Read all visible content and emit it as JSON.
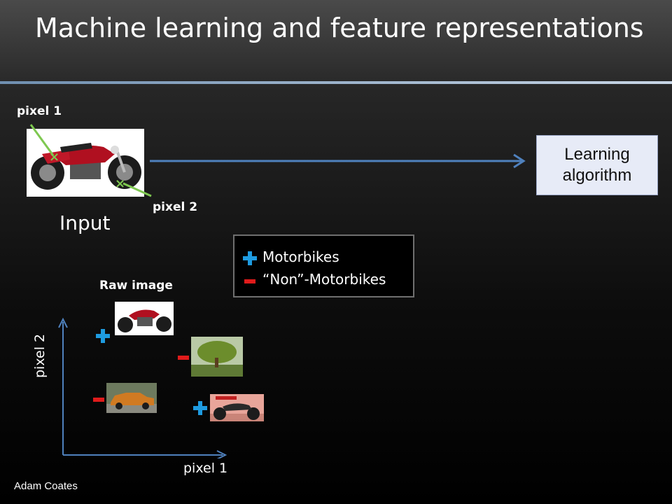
{
  "slide": {
    "title": "Machine learning and feature representations",
    "footer": "Adam Coates"
  },
  "input_panel": {
    "pixel1_label": "pixel 1",
    "pixel2_label": "pixel 2",
    "input_label": "Input"
  },
  "algorithm_box": {
    "label": "Learning\nalgorithm"
  },
  "legend": {
    "items": [
      {
        "marker": "plus-icon",
        "label": "Motorbikes"
      },
      {
        "marker": "minus-icon",
        "label": "“Non”-Motorbikes"
      }
    ]
  },
  "plot": {
    "caption": "Raw image",
    "xlabel": "pixel 1",
    "ylabel": "pixel 2",
    "points": [
      {
        "class": "plus",
        "image": "motorbike-thumbnail"
      },
      {
        "class": "minus",
        "image": "tree-thumbnail"
      },
      {
        "class": "minus",
        "image": "car-thumbnail"
      },
      {
        "class": "plus",
        "image": "cruiser-motorbike-thumbnail"
      }
    ]
  },
  "colors": {
    "plus": "#1e9be0",
    "minus": "#e01b1b",
    "arrow": "#4f81bd",
    "algorithm_box_bg": "#e7ebf7"
  }
}
